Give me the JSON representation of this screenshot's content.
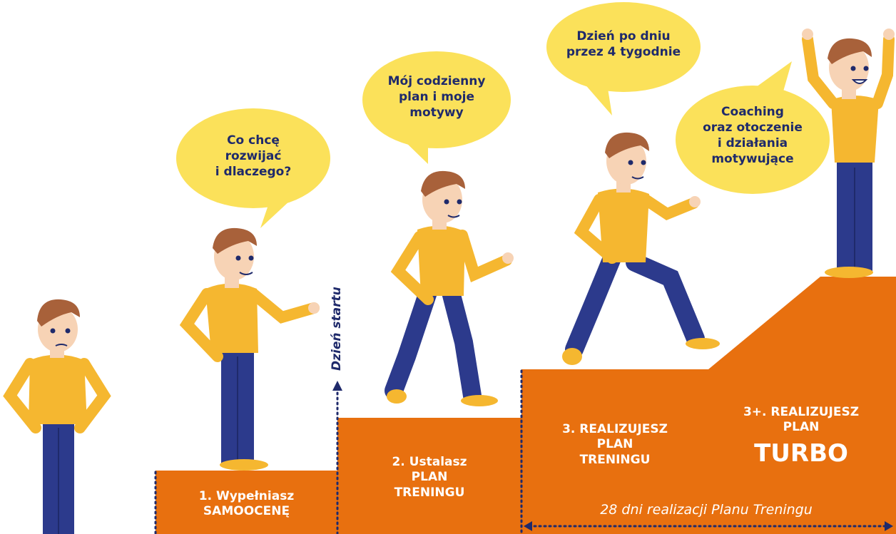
{
  "colors": {
    "step_orange": "#e8700f",
    "bubble_yellow": "#fbe15a",
    "navy": "#1f2a6b",
    "shirt": "#f5b730",
    "pants": "#2c3a8c",
    "hair": "#a8613a",
    "skin": "#f7d3b5"
  },
  "bubbles": [
    {
      "lines": [
        "Co chcę",
        "rozwijać",
        "i dlaczego?"
      ]
    },
    {
      "lines": [
        "Mój codzienny",
        "plan i moje",
        "motywy"
      ]
    },
    {
      "lines": [
        "Dzień po dniu",
        "przez 4 tygodnie"
      ]
    },
    {
      "lines": [
        "Coaching",
        "oraz otoczenie",
        "i działania",
        "motywujące"
      ]
    }
  ],
  "steps": [
    {
      "line1": "1. Wypełniasz",
      "line2": "SAMOOCENĘ"
    },
    {
      "line1": "2. Ustalasz",
      "line2": "PLAN",
      "line3": "TRENINGU"
    },
    {
      "line1": "3. REALIZUJESZ",
      "line2": "PLAN",
      "line3": "TRENINGU"
    },
    {
      "line1": "3+. REALIZUJESZ",
      "line2": "PLAN",
      "line3": "TURBO"
    }
  ],
  "start_label": "Dzień startu",
  "span_label": "28 dni realizacji Planu Treningu",
  "figures": [
    {
      "pose": "standing-hands-on-hips"
    },
    {
      "pose": "pointing"
    },
    {
      "pose": "walking"
    },
    {
      "pose": "running"
    },
    {
      "pose": "cheering"
    }
  ]
}
